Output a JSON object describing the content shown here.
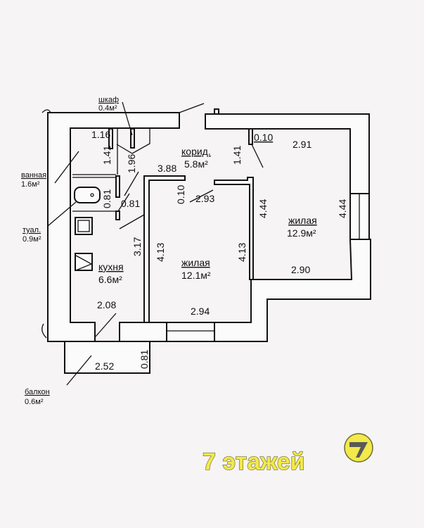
{
  "rooms": {
    "closet": {
      "name": "шкаф",
      "area": "0.4м²"
    },
    "corridor": {
      "name": "корид.",
      "area": "5.8м²"
    },
    "bathroom": {
      "name": "ванная",
      "area": "1.6м²"
    },
    "toilet": {
      "name": "туал.",
      "area": "0.9м²"
    },
    "kitchen": {
      "name": "кухня",
      "area": "6.6м²"
    },
    "living_middle": {
      "name": "жилая",
      "area": "12.1м²"
    },
    "living_right": {
      "name": "жилая",
      "area": "12.9м²"
    },
    "balcony": {
      "name": "балкон",
      "area": "0.6м²"
    }
  },
  "dimensions": {
    "closet_w": "1.16",
    "closet_h": "1.41",
    "closet_diag": "1.96",
    "corridor_len": "3.88",
    "corridor_h": "1.41",
    "corridor_gap": "0.10",
    "corridor_w": "2.93",
    "right_gap": "0.10",
    "right_top": "2.91",
    "right_left": "4.44",
    "right_right": "4.44",
    "right_bottom": "2.90",
    "bath_h": "0.81",
    "toilet_w": "0.81",
    "kitchen_h": "3.17",
    "kitchen_w": "2.08",
    "mid_left": "4.13",
    "mid_right": "4.13",
    "mid_bottom": "2.94",
    "balcony_w": "2.52",
    "balcony_h": "0.81"
  },
  "badge": {
    "text": "7 этажей",
    "logo": "7",
    "color": "#f3e94a"
  }
}
